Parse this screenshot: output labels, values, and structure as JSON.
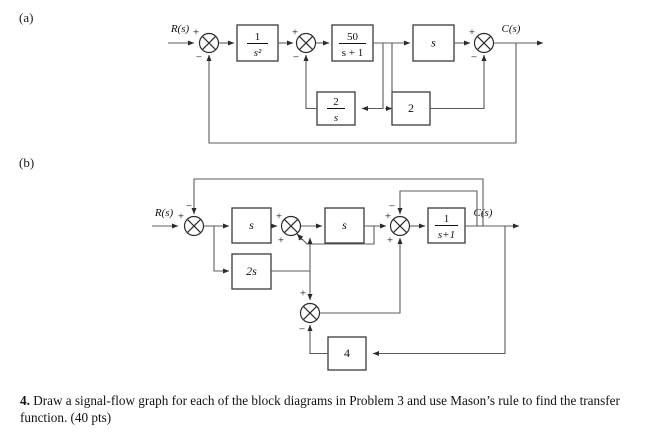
{
  "page": {
    "labels": {
      "part_a": "(a)",
      "part_b": "(b)"
    },
    "problem": {
      "number": "4.",
      "body": " Draw a signal-flow graph for each of the block diagrams in Problem 3 and use Mason’s rule to find the transfer function. (40 pts)"
    }
  },
  "diagram_a": {
    "title": "(a)",
    "input_label": "R(s)",
    "output_label": "C(s)",
    "blocks": [
      {
        "id": "blk-a-1",
        "name": "integrator-squared-block",
        "type": "fraction",
        "numerator": "1",
        "denominator": "s²",
        "display": "1/s²"
      },
      {
        "id": "blk-a-2",
        "name": "gain-50-over-s-plus-1-block",
        "type": "fraction",
        "numerator": "50",
        "denominator": "s + 1",
        "display": "50/(s+1)"
      },
      {
        "id": "blk-a-3",
        "name": "derivative-s-block",
        "type": "plain",
        "display": "s"
      },
      {
        "id": "blk-a-4",
        "name": "feedback-2-over-s-block",
        "type": "fraction",
        "numerator": "2",
        "denominator": "s",
        "display": "2/s"
      },
      {
        "id": "blk-a-5",
        "name": "feedback-gain-2-block",
        "type": "plain",
        "display": "2"
      }
    ],
    "summing_junctions": [
      {
        "id": "sum-a-1",
        "name": "summing-junction-outer",
        "signs": {
          "left": "+",
          "bottom": "−"
        }
      },
      {
        "id": "sum-a-2",
        "name": "summing-junction-inner",
        "signs": {
          "left": "+",
          "bottom": "−"
        }
      },
      {
        "id": "sum-a-3",
        "name": "summing-junction-output",
        "signs": {
          "left": "+",
          "bottom": "−"
        }
      }
    ]
  },
  "diagram_b": {
    "title": "(b)",
    "input_label": "R(s)",
    "output_label": "C(s)",
    "blocks": [
      {
        "id": "blk-b-1",
        "name": "forward-s-block-1",
        "type": "plain",
        "display": "s"
      },
      {
        "id": "blk-b-2",
        "name": "parallel-2s-block",
        "type": "plain",
        "display": "2s"
      },
      {
        "id": "blk-b-3",
        "name": "forward-s-block-2",
        "type": "plain",
        "display": "s"
      },
      {
        "id": "blk-b-4",
        "name": "lag-1-over-s-plus-1-block",
        "type": "fraction",
        "numerator": "1",
        "denominator": "s+1",
        "display": "1/(s+1)"
      },
      {
        "id": "blk-b-5",
        "name": "feedback-gain-4-block",
        "type": "plain",
        "display": "4"
      }
    ],
    "summing_junctions": [
      {
        "id": "sum-b-1",
        "name": "summing-junction-input",
        "signs": {
          "left": "+",
          "top": "−"
        }
      },
      {
        "id": "sum-b-2",
        "name": "summing-junction-mid",
        "signs": {
          "left": "+",
          "bottom_left": "+",
          "bottom_right": "−"
        }
      },
      {
        "id": "sum-b-3",
        "name": "summing-junction-pre-lag",
        "signs": {
          "left": "+",
          "top": "−",
          "bottom": "+"
        }
      },
      {
        "id": "sum-b-4",
        "name": "summing-junction-lower",
        "signs": {
          "top": "+",
          "bottom": "−"
        }
      }
    ]
  }
}
